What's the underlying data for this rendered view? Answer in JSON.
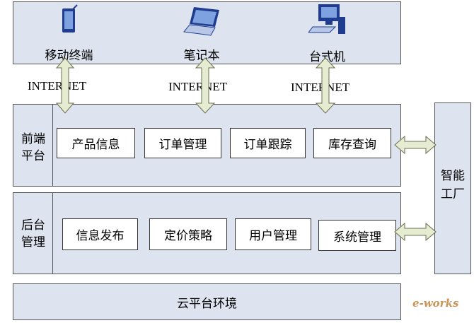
{
  "devices": {
    "mobile": "移动终端",
    "laptop": "笔记本",
    "desktop": "台式机"
  },
  "internet_labels": [
    "INTERNET",
    "INTERNET",
    "INTERNET"
  ],
  "frontend": {
    "title_line1": "前端",
    "title_line2": "平台",
    "modules": [
      "产品信息",
      "订单管理",
      "订单跟踪",
      "库存查询"
    ]
  },
  "backend": {
    "title_line1": "后台",
    "title_line2": "管理",
    "modules": [
      "信息发布",
      "定价策略",
      "用户管理",
      "系统管理"
    ]
  },
  "factory": {
    "line1": "智能",
    "line2": "工厂"
  },
  "cloud": "云平台环境",
  "watermark": "e-works",
  "colors": {
    "panel_fill": "#dde3ef",
    "arrow_fill": "#e6ecd2",
    "arrow_stroke": "#6b7050",
    "icon_blue": "#1f3c8f"
  }
}
